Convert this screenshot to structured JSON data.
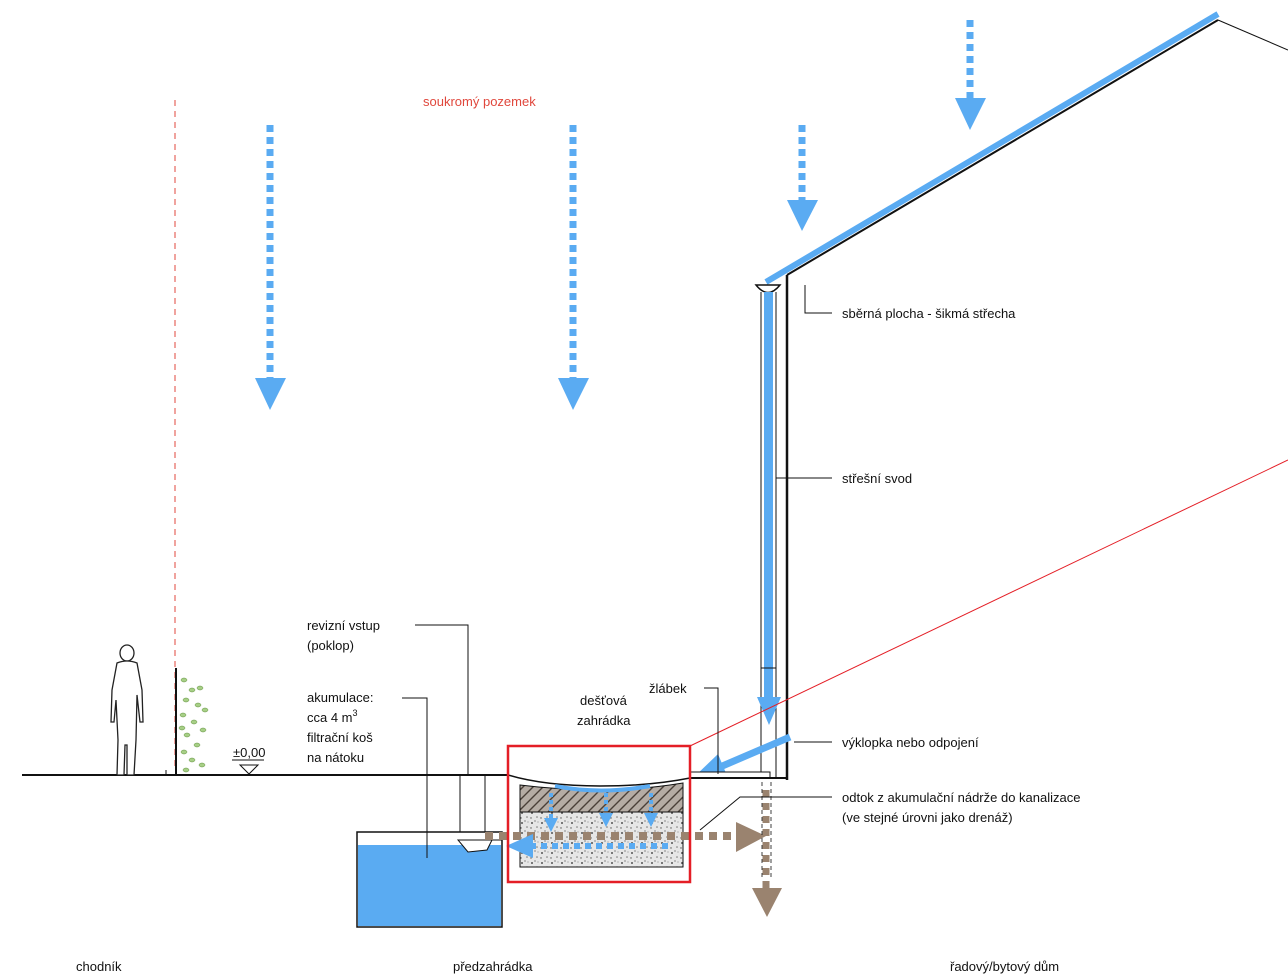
{
  "labels": {
    "private_land": "soukromý pozemek",
    "collection_area": "sběrná plocha - šikmá střecha",
    "downpipe": "střešní svod",
    "inspection_1": "revizní vstup",
    "inspection_2": "(poklop)",
    "acc_1": "akumulace:",
    "acc_2a": "cca 4 m",
    "acc_2b": "3",
    "acc_3": "filtrační koš",
    "acc_4": "na nátoku",
    "level": "±0,00",
    "garden_1": "dešťová",
    "garden_2": "zahrádka",
    "gutter": "žlábek",
    "diverter": "výklopka nebo odpojení",
    "outflow_1": "odtok z akumulační nádrže do kanalizace",
    "outflow_2": "(ve stejné úrovni jako drenáž)",
    "sidewalk": "chodník",
    "front_garden": "předzahrádka",
    "house": "řadový/bytový dům"
  },
  "colors": {
    "water": "#5aabf2",
    "drain": "#9a836f",
    "red": "#e0473c",
    "frame": "#e41e26"
  }
}
